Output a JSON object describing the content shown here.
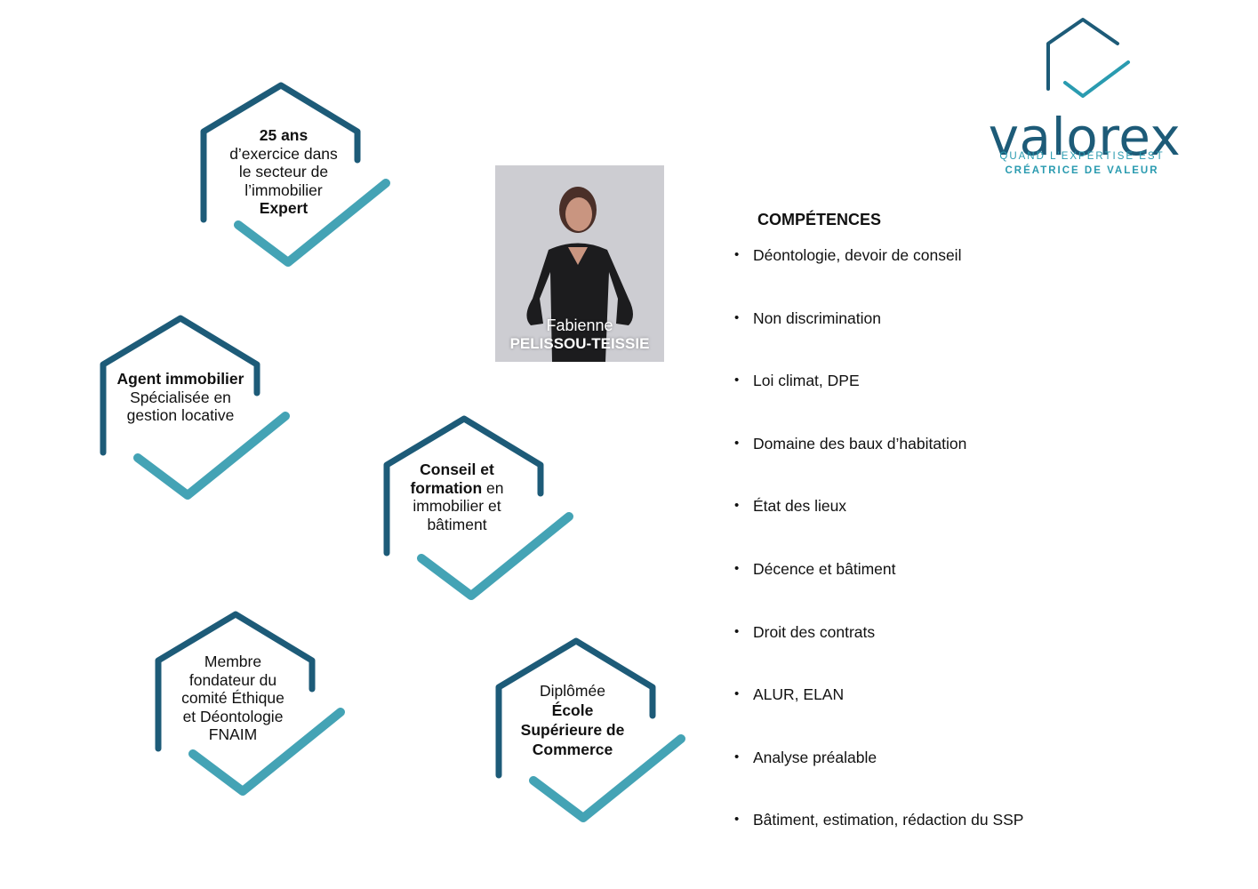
{
  "brand": {
    "name": "valorex",
    "tagline_line1": "QUAND L'EXPERTISE EST",
    "tagline_line2": "CRÉATRICE DE VALEUR",
    "colors": {
      "dark": "#1d5b78",
      "light": "#2a9bb0",
      "check": "#44a3b5"
    }
  },
  "profile": {
    "first_name": "Fabienne",
    "last_name": "PELISSOU-TEISSIE"
  },
  "badges": [
    {
      "lines": [
        {
          "text": "25 ans",
          "bold": true
        },
        {
          "text": "d’exercice dans"
        },
        {
          "text": "le secteur de"
        },
        {
          "text": "l’immobilier"
        },
        {
          "text": "Expert",
          "bold": true
        }
      ]
    },
    {
      "lines": [
        {
          "text": "Agent immobilier",
          "bold": true
        },
        {
          "text": "Spécialisée en"
        },
        {
          "text": "gestion locative"
        }
      ]
    },
    {
      "lines": [
        {
          "text": "Conseil et",
          "bold": true
        },
        {
          "text": "formation",
          "bold": true,
          "suffix": " en"
        },
        {
          "text": "immobilier et"
        },
        {
          "text": "bâtiment"
        }
      ]
    },
    {
      "lines": [
        {
          "text": "Membre"
        },
        {
          "text": "fondateur du"
        },
        {
          "text": "comité Éthique"
        },
        {
          "text": "et Déontologie"
        },
        {
          "text": "FNAIM"
        }
      ]
    },
    {
      "lines": [
        {
          "text": "Diplômée"
        },
        {
          "text": "École",
          "bold": true
        },
        {
          "text": "Supérieure de",
          "bold": true
        },
        {
          "text": "Commerce",
          "bold": true
        }
      ]
    }
  ],
  "competences": {
    "title": "COMPÉTENCES",
    "items": [
      "Déontologie, devoir de conseil",
      "Non discrimination",
      "Loi climat, DPE",
      "Domaine des baux d’habitation",
      "État des lieux",
      "Décence et bâtiment",
      "Droit des contrats",
      "ALUR, ELAN",
      "Analyse préalable",
      "Bâtiment, estimation, rédaction du SSP"
    ]
  }
}
